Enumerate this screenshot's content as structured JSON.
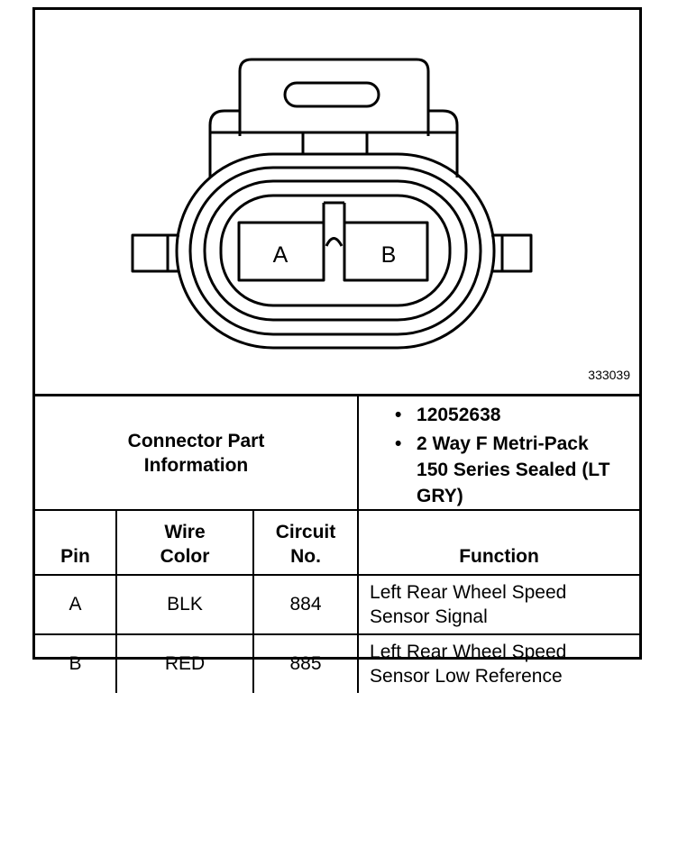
{
  "diagram": {
    "figure_id": "333039",
    "cavity_labels": [
      "A",
      "B"
    ]
  },
  "connector_info": {
    "label_line1": "Connector Part",
    "label_line2": "Information",
    "bullet": "•",
    "part_number": "12052638",
    "desc_line1": "2 Way F Metri-Pack",
    "desc_line2": "150 Series Sealed (LT GRY)"
  },
  "table": {
    "headers": {
      "pin": "Pin",
      "wire_color_line1": "Wire",
      "wire_color_line2": "Color",
      "circuit_line1": "Circuit",
      "circuit_line2": "No.",
      "function": "Function"
    },
    "rows": [
      {
        "pin": "A",
        "wire_color": "BLK",
        "circuit": "884",
        "function_line1": "Left Rear Wheel Speed",
        "function_line2": "Sensor Signal"
      },
      {
        "pin": "B",
        "wire_color": "RED",
        "circuit": "885",
        "function_line1": "Left Rear Wheel Speed",
        "function_line2": "Sensor Low Reference"
      }
    ]
  }
}
